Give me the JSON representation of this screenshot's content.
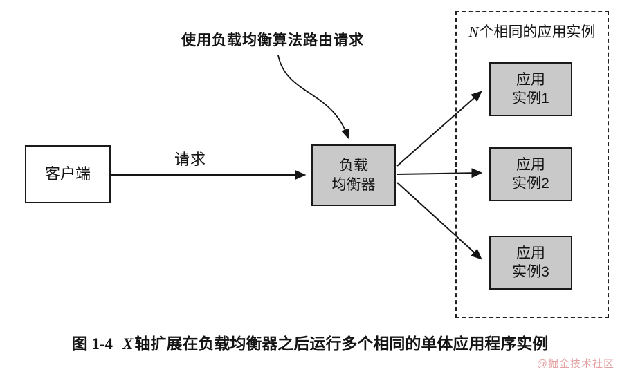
{
  "annotation": {
    "text": "使用负载均衡算法路由请求"
  },
  "client": {
    "label": "客户端"
  },
  "request": {
    "label": "请求"
  },
  "load_balancer": {
    "line1": "负载",
    "line2": "均衡器"
  },
  "instances_group": {
    "n_italic": "N",
    "title": "个相同的应用实例"
  },
  "instances": [
    {
      "line1": "应用",
      "line2": "实例1"
    },
    {
      "line1": "应用",
      "line2": "实例2"
    },
    {
      "line1": "应用",
      "line2": "实例3"
    }
  ],
  "caption": {
    "prefix": "图 1-4",
    "x_italic": "X",
    "rest": "轴扩展在负载均衡器之后运行多个相同的单体应用程序实例"
  },
  "watermark": "@掘金技术社区",
  "colors": {
    "box_fill": "#c9c9c9",
    "box_border": "#1a1a1a",
    "arrow": "#151515",
    "watermark": "#dd8a8a"
  }
}
